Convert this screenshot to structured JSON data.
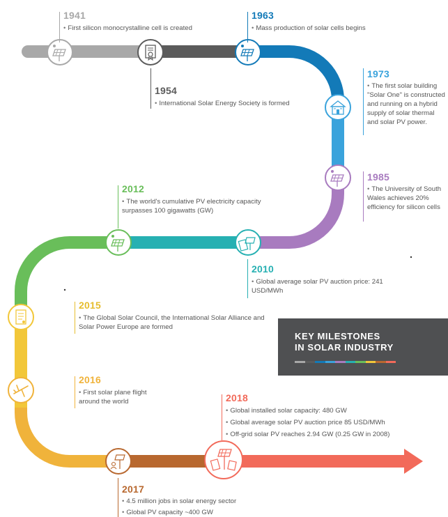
{
  "colors": {
    "grey_light": "#a8a8a8",
    "grey_dark": "#5b5b5b",
    "dark_blue": "#137ab8",
    "light_blue": "#3aa3dc",
    "purple": "#a87bbf",
    "teal": "#26b0b2",
    "green": "#69be5a",
    "yellow_green": "#a9cb45",
    "yellow": "#f2c739",
    "orange": "#f0b33b",
    "brown": "#b8682f",
    "salmon": "#f26a5a"
  },
  "title": "KEY MILESTONES\nIN SOLAR INDUSTRY",
  "title_bar_colors": [
    "#a8a8a8",
    "#5b5b5b",
    "#137ab8",
    "#3aa3dc",
    "#a87bbf",
    "#26b0b2",
    "#69be5a",
    "#f2c739",
    "#b8682f",
    "#f26a5a"
  ],
  "milestones": [
    {
      "year": "1941",
      "color": "#a8a8a8",
      "icon": "solar-panel-icon",
      "items": [
        "First silicon monocrystalline cell is created"
      ]
    },
    {
      "year": "1954",
      "color": "#5b5b5b",
      "icon": "certificate-icon",
      "items": [
        "International Solar Energy Society is formed"
      ]
    },
    {
      "year": "1963",
      "color": "#137ab8",
      "icon": "solar-panel-icon",
      "items": [
        "Mass production of solar cells begins"
      ]
    },
    {
      "year": "1973",
      "color": "#3aa3dc",
      "icon": "house-icon",
      "items": [
        "The first solar building \"Solar One\" is constructed and running on a hybrid supply of solar thermal and solar PV power."
      ]
    },
    {
      "year": "1985",
      "color": "#a87bbf",
      "icon": "solar-panel-icon",
      "items": [
        "The University of South Wales achieves 20% efficiency for silicon cells"
      ]
    },
    {
      "year": "2010",
      "color": "#26b0b2",
      "icon": "money-solar-icon",
      "items": [
        "Global average solar PV auction price: 241 USD/MWh"
      ]
    },
    {
      "year": "2012",
      "color": "#69be5a",
      "icon": "solar-panel-icon",
      "items": [
        "The world's cumulative PV electricity capacity surpasses 100 gigawatts (GW)"
      ]
    },
    {
      "year": "2015",
      "color": "#e6bd2e",
      "icon": "document-icon",
      "items": [
        "The Global Solar Council, the International Solar Alliance and Solar Power Europe are formed"
      ]
    },
    {
      "year": "2016",
      "color": "#f0b33b",
      "icon": "plane-icon",
      "items": [
        "First solar plane flight around the world"
      ]
    },
    {
      "year": "2017",
      "color": "#b8682f",
      "icon": "jobs-solar-icon",
      "items": [
        "4.5 million jobs in solar energy sector",
        "Global PV capacity ~400 GW"
      ]
    },
    {
      "year": "2018",
      "color": "#f26a5a",
      "icon": "money-solar-icon",
      "items": [
        "Global installed solar capacity: 480 GW",
        "Global average solar PV auction price 85 USD/MWh",
        "Off-grid solar PV reaches 2.94 GW (0.25 GW in 2008)"
      ]
    }
  ]
}
